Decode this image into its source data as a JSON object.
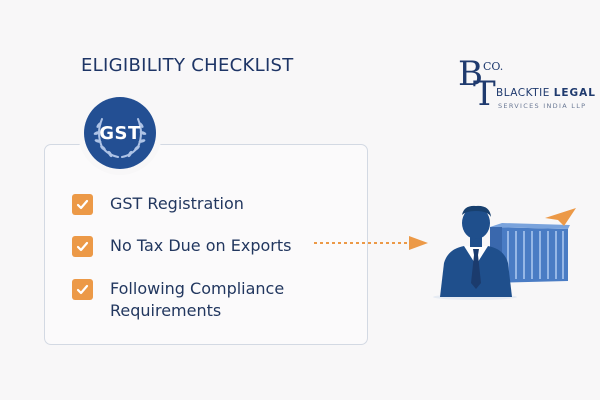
{
  "title": "ELIGIBILITY CHECKLIST",
  "badge": {
    "label": "GST",
    "icon": "laurel-wreath-icon"
  },
  "checklist": {
    "items": [
      {
        "label": "GST Registration",
        "checked": true
      },
      {
        "label": "No Tax Due on Exports",
        "checked": true
      },
      {
        "label": "Following Compliance Requirements",
        "line1": "Following Compliance",
        "line2": "Requirements",
        "checked": true
      }
    ]
  },
  "logo": {
    "monogram_b": "B",
    "monogram_t": "T",
    "monogram_co": "CO.",
    "name_light": "BLACKTIE",
    "name_bold": "LEGAL",
    "subtitle": "SERVICES INDIA LLP"
  },
  "colors": {
    "navy": "#1e3566",
    "badge_blue": "#234f93",
    "accent_orange": "#ec9947",
    "container_blue": "#4a7cc4",
    "background": "#f8f7f8"
  },
  "illustration": {
    "icons": [
      "dotted-arrow-icon",
      "businessman-icon",
      "shipping-container-icon",
      "paper-plane-icon"
    ]
  }
}
